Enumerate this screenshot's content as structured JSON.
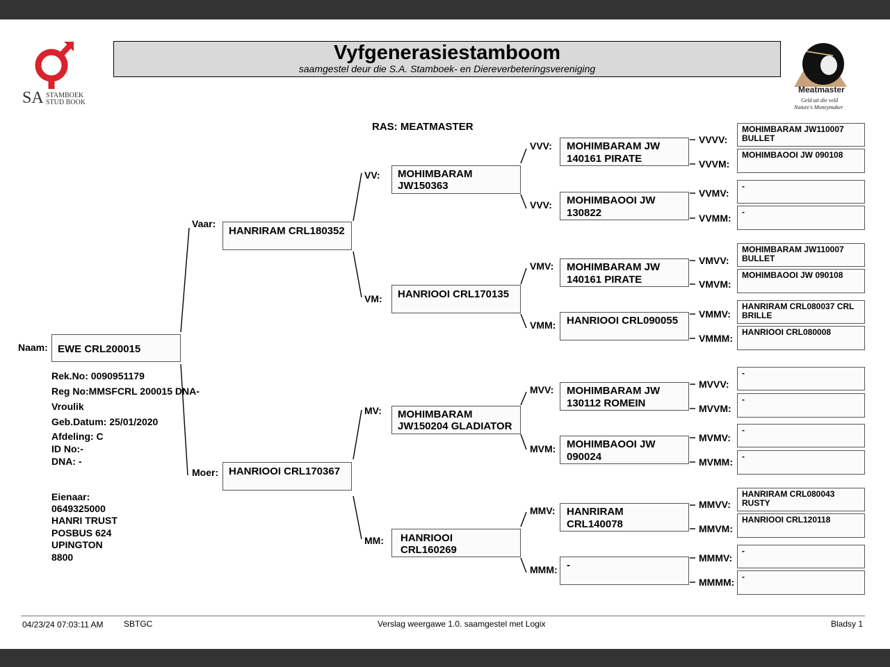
{
  "header": {
    "title": "Vyfgenerasiestamboom",
    "subtitle": "saamgestel deur die S.A. Stamboek- en Diereverbeteringsvereniging",
    "left_logo": {
      "line1": "STAMBOEK",
      "line2": "STUD BOOK",
      "mark": "SA"
    },
    "right_logo": {
      "name": "Meatmaster",
      "tagline1": "Geld uit die veld",
      "tagline2": "Nature's Moneymaker"
    }
  },
  "breed": "RAS: MEATMASTER",
  "animal": {
    "name_label": "Naam:",
    "name": "EWE CRL200015",
    "rek_no": "Rek.No: 0090951179",
    "reg_no": "Reg No:MMSFCRL 200015 DNA-",
    "sex": "Vroulik",
    "birth_date": "Geb.Datum: 25/01/2020",
    "afdeling": "Afdeling: C",
    "id_no": "ID No:-",
    "dna": "DNA: -"
  },
  "owner": {
    "label": "Eienaar:",
    "lines": [
      "0649325000",
      "HANRI TRUST",
      "POSBUS 624",
      "UPINGTON",
      "8800"
    ]
  },
  "pedigree": {
    "V": {
      "label": "Vaar:",
      "name": "HANRIRAM CRL180352"
    },
    "M": {
      "label": "Moer:",
      "name": "HANRIOOI CRL170367"
    },
    "VV": {
      "label": "VV:",
      "name": "MOHIMBARAM JW150363"
    },
    "VM": {
      "label": "VM:",
      "name": "HANRIOOI CRL170135"
    },
    "MV": {
      "label": "MV:",
      "name": "MOHIMBARAM JW150204 GLADIATOR"
    },
    "MM": {
      "label": "MM:",
      "name": "HANRIOOI CRL160269"
    },
    "VVV": {
      "label": "VVV:",
      "name": "MOHIMBARAM JW 140161 PIRATE"
    },
    "VVM": {
      "label": "VVV:",
      "name": "MOHIMBAOOI JW 130822"
    },
    "VMV": {
      "label": "VMV:",
      "name": "MOHIMBARAM JW 140161 PIRATE"
    },
    "VMM": {
      "label": "VMM:",
      "name": "HANRIOOI CRL090055"
    },
    "MVV": {
      "label": "MVV:",
      "name": "MOHIMBARAM JW 130112 ROMEIN"
    },
    "MVM": {
      "label": "MVM:",
      "name": "MOHIMBAOOI JW 090024"
    },
    "MMV": {
      "label": "MMV:",
      "name": "HANRIRAM CRL140078"
    },
    "MMM": {
      "label": "MMM:",
      "name": "-"
    },
    "VVVV": {
      "label": "VVVV:",
      "name": "MOHIMBARAM JW110007 BULLET"
    },
    "VVVM": {
      "label": "VVVM:",
      "name": "MOHIMBAOOI JW 090108"
    },
    "VVMV": {
      "label": "VVMV:",
      "name": "-"
    },
    "VVMM": {
      "label": "VVMM:",
      "name": "-"
    },
    "VMVV": {
      "label": "VMVV:",
      "name": "MOHIMBARAM JW110007 BULLET"
    },
    "VMVM": {
      "label": "VMVM:",
      "name": "MOHIMBAOOI JW 090108"
    },
    "VMMV": {
      "label": "VMMV:",
      "name": "HANRIRAM CRL080037 CRL BRILLE"
    },
    "VMMM": {
      "label": "VMMM:",
      "name": "HANRIOOI CRL080008"
    },
    "MVVV": {
      "label": "MVVV:",
      "name": "-"
    },
    "MVVM": {
      "label": "MVVM:",
      "name": "-"
    },
    "MVMV": {
      "label": "MVMV:",
      "name": "-"
    },
    "MVMM": {
      "label": "MVMM:",
      "name": "-"
    },
    "MMVV": {
      "label": "MMVV:",
      "name": "HANRIRAM CRL080043 RUSTY"
    },
    "MMVM": {
      "label": "MMVM:",
      "name": "HANRIOOI CRL120118"
    },
    "MMMV": {
      "label": "MMMV:",
      "name": "-"
    },
    "MMMM": {
      "label": "MMMM:",
      "name": "-"
    }
  },
  "footer": {
    "timestamp": "04/23/24 07:03:11 AM",
    "code": "SBTGC",
    "report": "Verslag weergawe 1.0. saamgestel met Logix",
    "page": "Bladsy 1"
  },
  "colors": {
    "page": "#ffffff",
    "chrome": "#333333",
    "title_bg": "#d9d9d9",
    "logo_red": "#d9232d"
  }
}
